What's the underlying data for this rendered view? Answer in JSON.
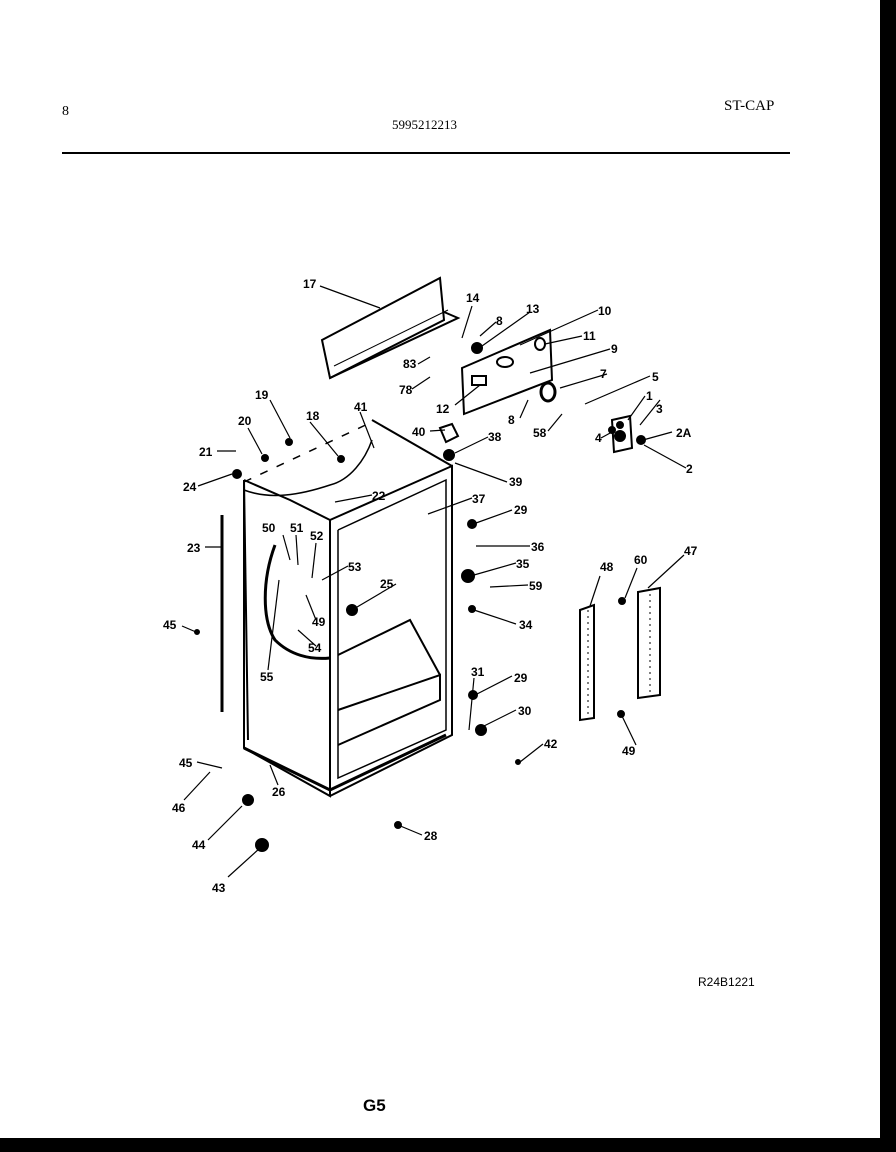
{
  "header": {
    "page_number": "8",
    "part_number": "5995212213",
    "section": "ST-CAP"
  },
  "diagram": {
    "labels": [
      "17",
      "14",
      "8",
      "13",
      "10",
      "11",
      "9",
      "83",
      "78",
      "7",
      "5",
      "12",
      "8",
      "58",
      "1",
      "3",
      "2A",
      "4",
      "2",
      "19",
      "41",
      "20",
      "18",
      "40",
      "38",
      "21",
      "39",
      "24",
      "22",
      "37",
      "29",
      "23",
      "50",
      "51",
      "52",
      "36",
      "53",
      "35",
      "25",
      "59",
      "48",
      "60",
      "47",
      "45",
      "49",
      "34",
      "54",
      "55",
      "31",
      "29",
      "30",
      "42",
      "49",
      "45",
      "26",
      "46",
      "28",
      "44",
      "43"
    ]
  },
  "footer": {
    "drawing_ref": "R24B1221",
    "page_code": "G5"
  }
}
